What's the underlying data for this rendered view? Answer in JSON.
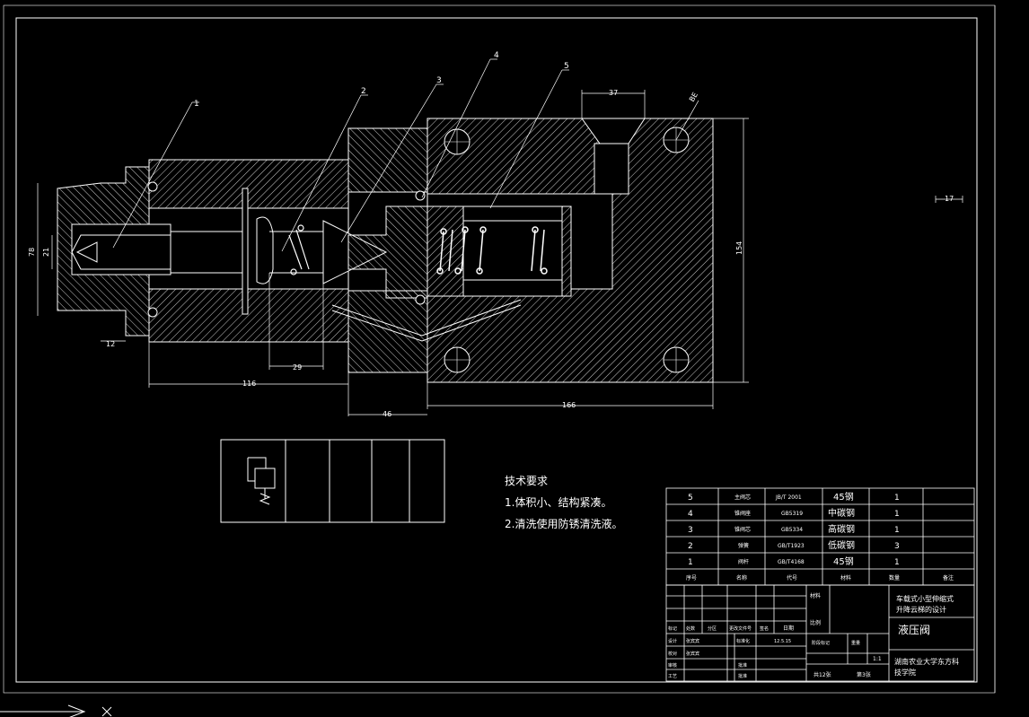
{
  "drawing": {
    "part_labels": [
      "1",
      "2",
      "3",
      "4",
      "5"
    ],
    "dimensions": {
      "d37": "37",
      "d78": "78",
      "d21": "21",
      "d12": "12",
      "d29": "29",
      "d116": "116",
      "d46": "46",
      "d166": "166",
      "d154": "154",
      "d17": "17",
      "hole": "BE"
    }
  },
  "tech": {
    "title": "技术要求",
    "item1": "1.体积小、结构紧凑。",
    "item2": "2.清洗使用防锈清洗液。"
  },
  "bom": {
    "rows": [
      {
        "no": "5",
        "name": "主阀芯",
        "code": "JB/T 2001",
        "material": "45钢",
        "qty": "1"
      },
      {
        "no": "4",
        "name": "锥阀座",
        "code": "GB5319",
        "material": "中碳钢",
        "qty": "1"
      },
      {
        "no": "3",
        "name": "锥阀芯",
        "code": "GB5334",
        "material": "高碳钢",
        "qty": "1"
      },
      {
        "no": "2",
        "name": "弹簧",
        "code": "GB/T1923",
        "material": "低碳钢",
        "qty": "3"
      },
      {
        "no": "1",
        "name": "阀杆",
        "code": "GB/T4168",
        "material": "45钢",
        "qty": "1"
      }
    ],
    "header": {
      "no": "序号",
      "name": "名称",
      "code": "代号",
      "material": "材料",
      "qty": "数量",
      "note": "备注"
    }
  },
  "titleblock": {
    "project": "车载式小型伸缩式",
    "project2": "升降云梯的设计",
    "part_name": "液压阀",
    "school": "湖南农业大学东方科",
    "school2": "技学院",
    "label_material": "材料",
    "label_scale": "比例",
    "date": "12.5.15",
    "designer": "张宾宾",
    "drafter": "张宾宾",
    "sheets_total": "共12张",
    "sheet_no": "第3张",
    "ratio": "1:1",
    "r_mark": "标记",
    "r_count": "处数",
    "r_zone": "分区",
    "r_doc": "更改文件号",
    "r_sign": "签名",
    "r_date": "日期",
    "r_design": "设计",
    "r_std": "标准化",
    "r_review": "审核",
    "r_craft": "工艺",
    "r_check": "校对",
    "r_approve": "批准",
    "r_stage": "阶段标记",
    "r_weight": "重量"
  }
}
